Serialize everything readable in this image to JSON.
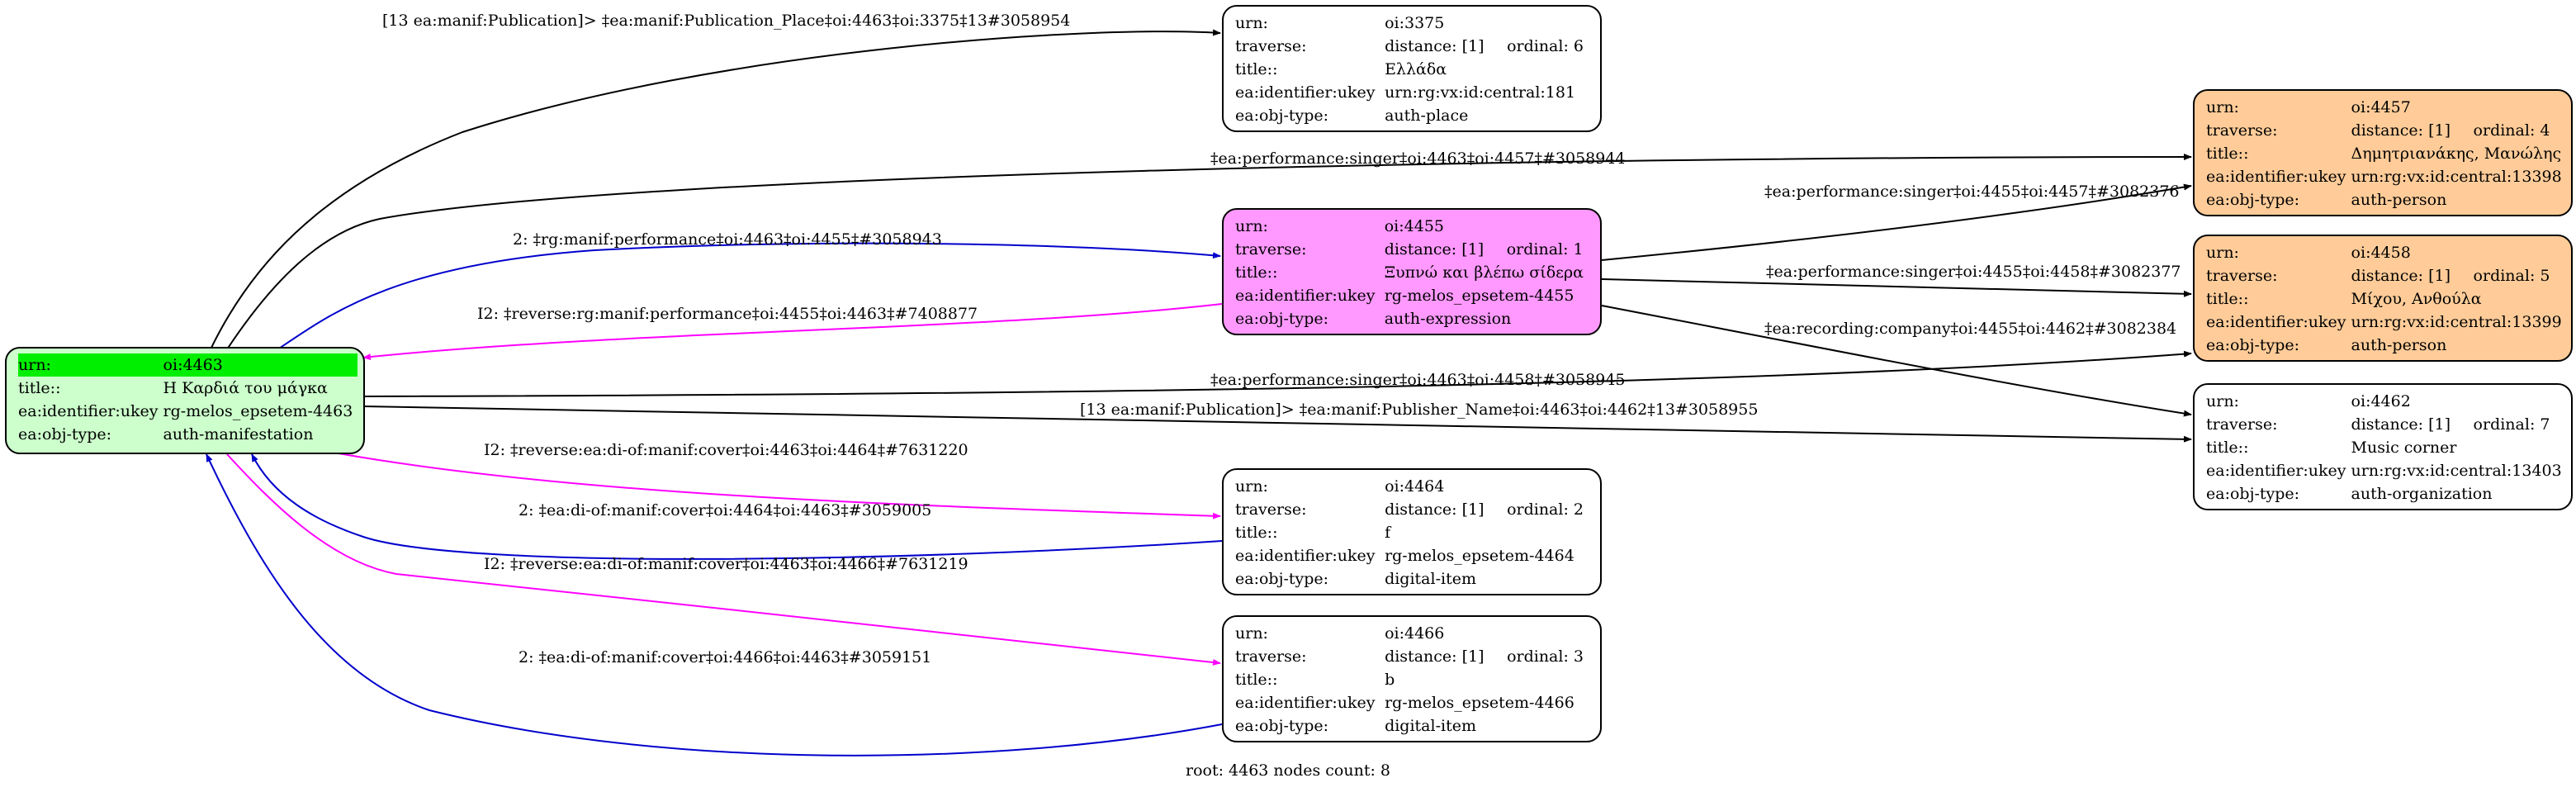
{
  "root": {
    "rows": [
      {
        "k": "urn:",
        "v": "oi:4463"
      },
      {
        "k": "title::",
        "v": "Η Καρδιά του μάγκα"
      },
      {
        "k": "ea:identifier:ukey",
        "v": "rg-melos_epsetem-4463"
      },
      {
        "k": "ea:obj-type:",
        "v": "auth-manifestation"
      }
    ]
  },
  "nodes": {
    "n3375": {
      "urn": "oi:3375",
      "distance": "distance: [1]",
      "ordinal": "ordinal: 6",
      "title": "Ελλάδα",
      "ukey": "urn:rg:vx:id:central:181",
      "type": "auth-place"
    },
    "n4455": {
      "urn": "oi:4455",
      "distance": "distance: [1]",
      "ordinal": "ordinal: 1",
      "title": "Ξυπνώ και βλέπω σίδερα",
      "ukey": "rg-melos_epsetem-4455",
      "type": "auth-expression"
    },
    "n4464": {
      "urn": "oi:4464",
      "distance": "distance: [1]",
      "ordinal": "ordinal: 2",
      "title": "f",
      "ukey": "rg-melos_epsetem-4464",
      "type": "digital-item"
    },
    "n4466": {
      "urn": "oi:4466",
      "distance": "distance: [1]",
      "ordinal": "ordinal: 3",
      "title": "b",
      "ukey": "rg-melos_epsetem-4466",
      "type": "digital-item"
    },
    "n4457": {
      "urn": "oi:4457",
      "distance": "distance: [1]",
      "ordinal": "ordinal: 4",
      "title": "Δημητριανάκης, Μανώλης",
      "ukey": "urn:rg:vx:id:central:13398",
      "type": "auth-person"
    },
    "n4458": {
      "urn": "oi:4458",
      "distance": "distance: [1]",
      "ordinal": "ordinal: 5",
      "title": "Μίχου, Ανθούλα",
      "ukey": "urn:rg:vx:id:central:13399",
      "type": "auth-person"
    },
    "n4462": {
      "urn": "oi:4462",
      "distance": "distance: [1]",
      "ordinal": "ordinal: 7",
      "title": "Music corner",
      "ukey": "urn:rg:vx:id:central:13403",
      "type": "auth-organization"
    }
  },
  "keys": {
    "urn": "urn:",
    "traverse": "traverse:",
    "title": "title::",
    "ukey": "ea:identifier:ukey",
    "type": "ea:obj-type:"
  },
  "edges": {
    "e_place": "[13 ea:manif:Publication]> ‡ea:manif:Publication_Place‡oi:4463‡oi:3375‡13#3058954",
    "e_singer_4457": "‡ea:performance:singer‡oi:4463‡oi:4457‡#3058944",
    "e_perf": "2: ‡rg:manif:performance‡oi:4463‡oi:4455‡#3058943",
    "e_rev_perf": "I2: ‡reverse:rg:manif:performance‡oi:4455‡oi:4463‡#7408877",
    "e_singer_4455_4457": "‡ea:performance:singer‡oi:4455‡oi:4457‡#3082376",
    "e_singer_4455_4458": "‡ea:performance:singer‡oi:4455‡oi:4458‡#3082377",
    "e_company": "‡ea:recording:company‡oi:4455‡oi:4462‡#3082384",
    "e_singer_4458": "‡ea:performance:singer‡oi:4463‡oi:4458‡#3058945",
    "e_publisher": "[13 ea:manif:Publication]> ‡ea:manif:Publisher_Name‡oi:4463‡oi:4462‡13#3058955",
    "e_rev_cover_4464": "I2: ‡reverse:ea:di-of:manif:cover‡oi:4463‡oi:4464‡#7631220",
    "e_cover_4464": "2: ‡ea:di-of:manif:cover‡oi:4464‡oi:4463‡#3059005",
    "e_rev_cover_4466": "I2: ‡reverse:ea:di-of:manif:cover‡oi:4463‡oi:4466‡#7631219",
    "e_cover_4466": "2: ‡ea:di-of:manif:cover‡oi:4466‡oi:4463‡#3059151"
  },
  "colors": {
    "root": "#ccffcc",
    "root_highlight": "#00ee00",
    "expression": "#ff99ff",
    "person": "#ffcc99",
    "blue_edge": "#0000cc",
    "magenta_edge": "#ff00ff"
  },
  "footer": "root: 4463 nodes count: 8"
}
